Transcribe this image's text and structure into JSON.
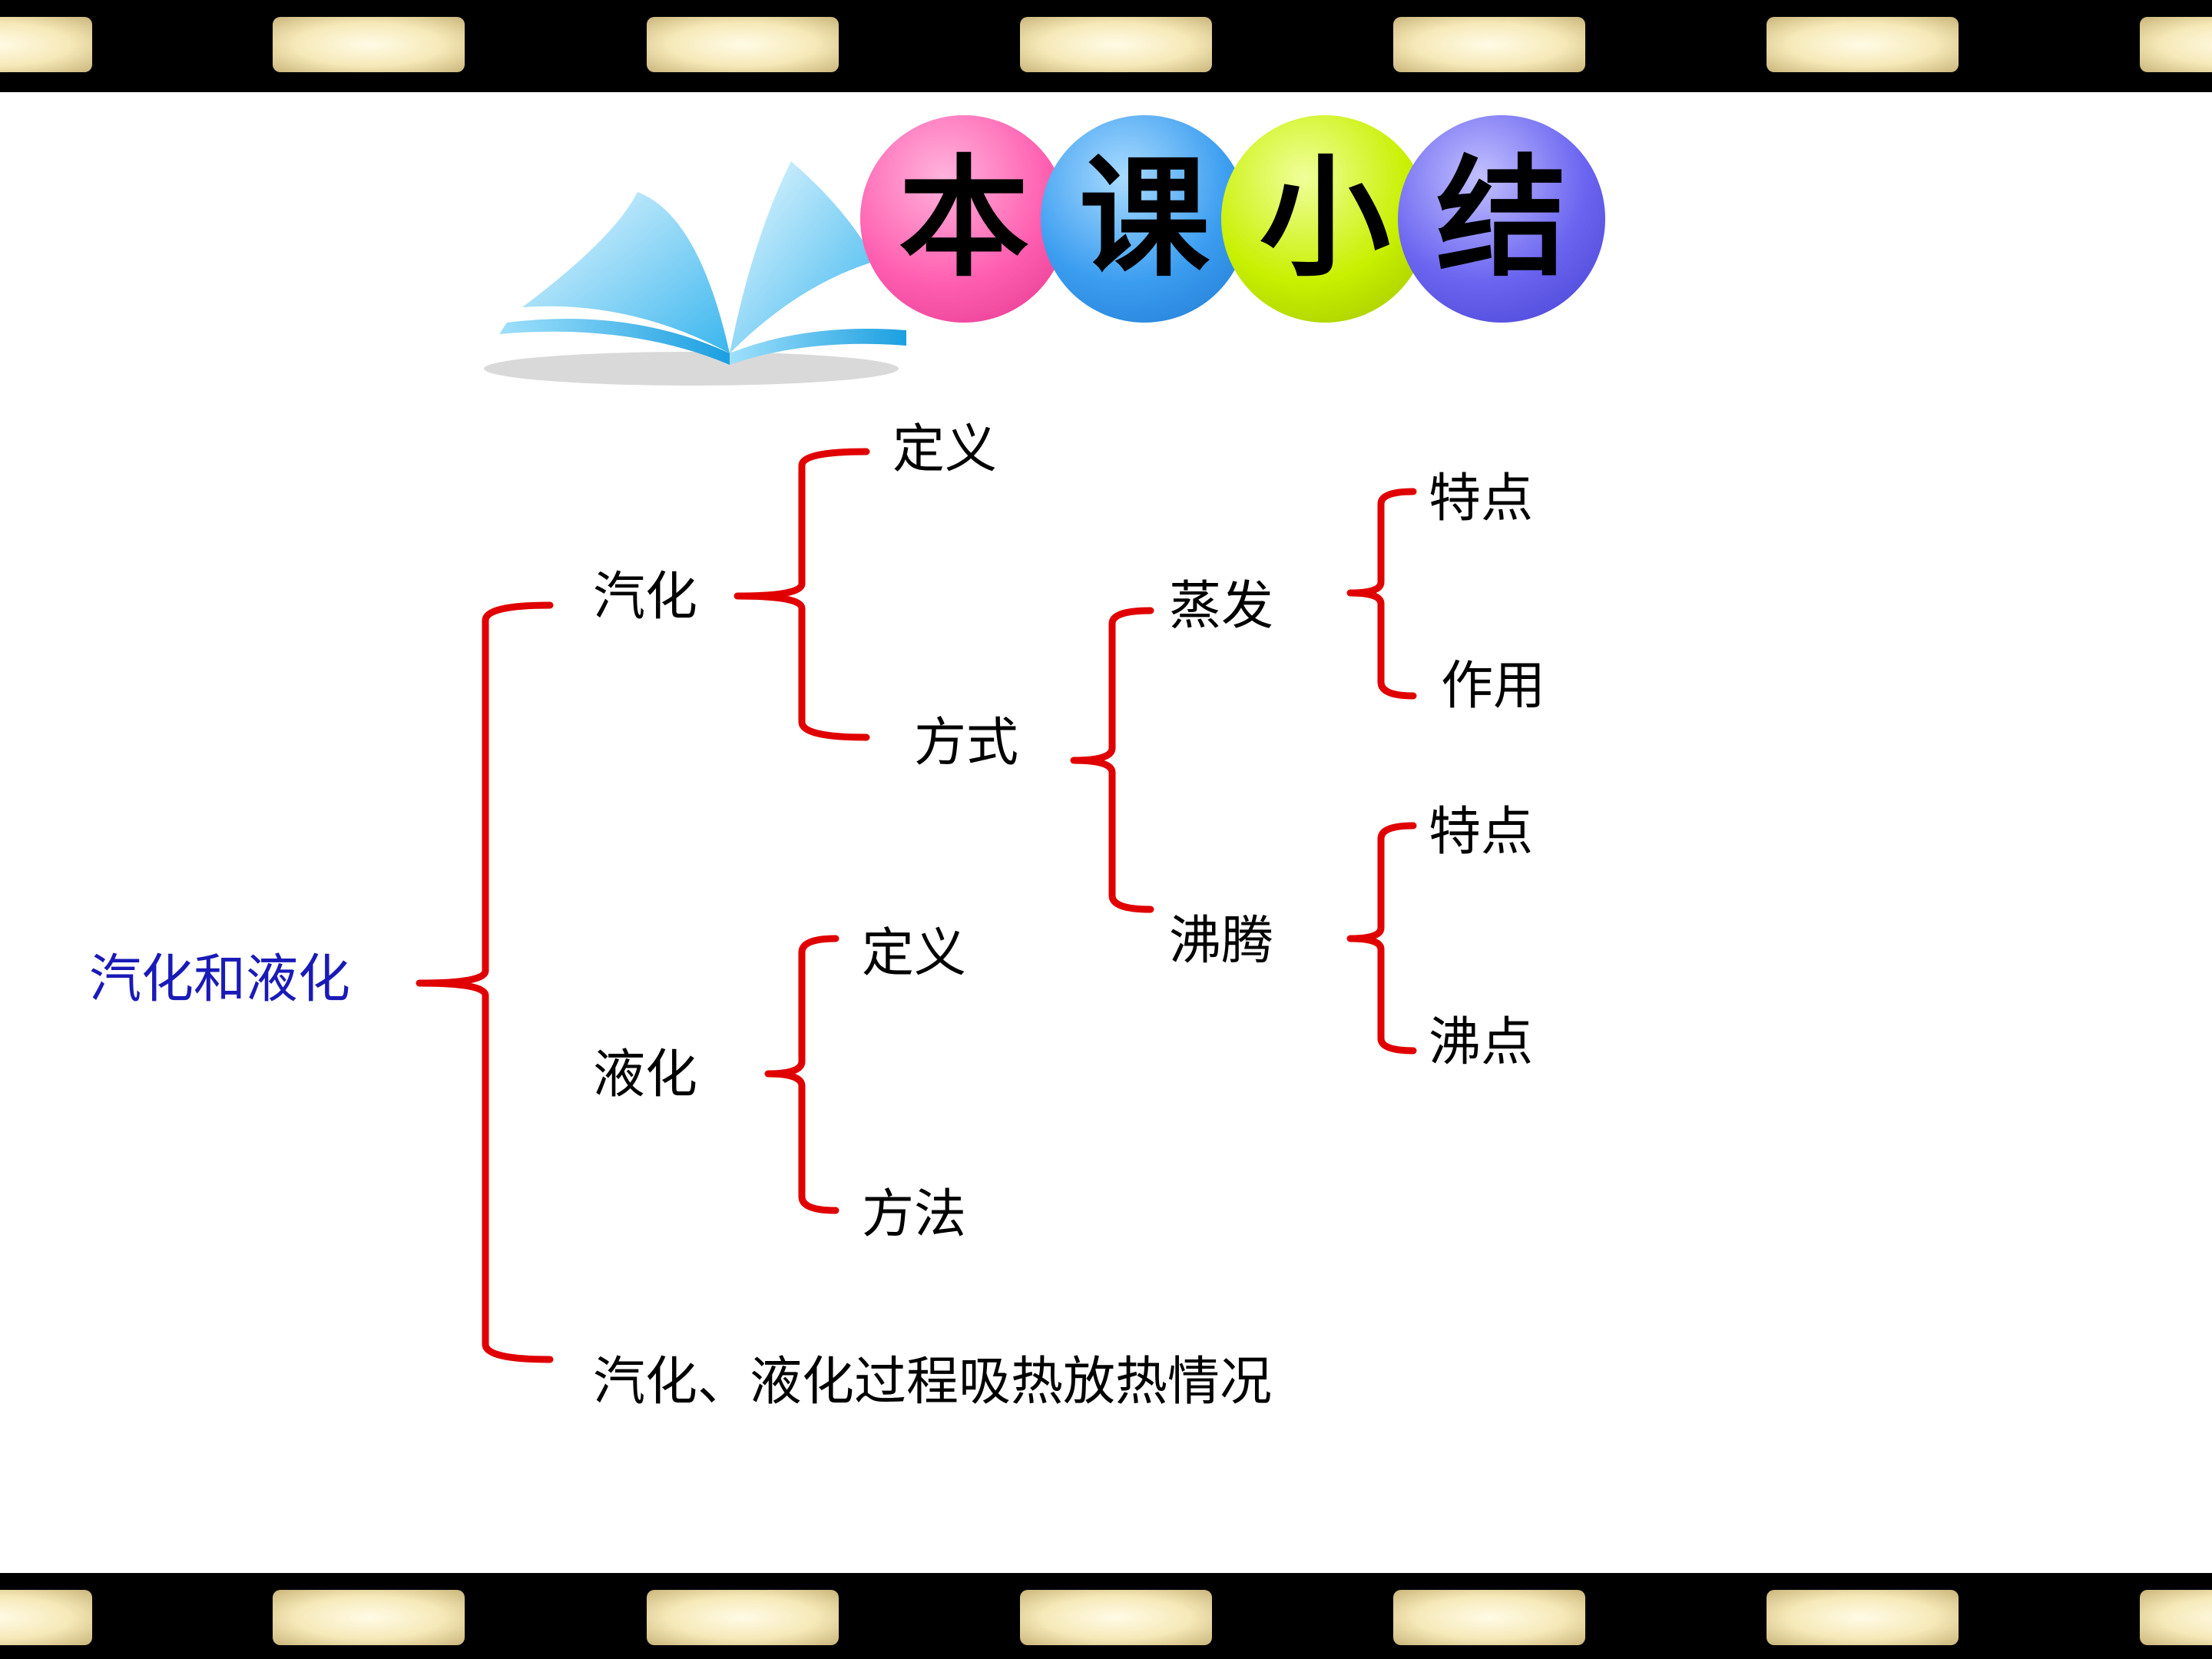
{
  "title": {
    "chars": [
      "本",
      "课",
      "小",
      "结"
    ],
    "colors": [
      "#ff5fb0",
      "#3b9df0",
      "#c8f000",
      "#6a64f0"
    ]
  },
  "diagram": {
    "root": "汽化和液化",
    "vaporization": {
      "label": "汽化",
      "definition": "定义",
      "methods": "方式",
      "evaporation": {
        "label": "蒸发",
        "feature": "特点",
        "effect": "作用"
      },
      "boiling": {
        "label": "沸腾",
        "feature": "特点",
        "boiling_point": "沸点"
      }
    },
    "liquefaction": {
      "label": "液化",
      "definition": "定义",
      "methods": "方法"
    },
    "heat": "汽化、液化过程吸热放热情况"
  },
  "colors": {
    "brace": "#e00000",
    "root_text": "#1a1ab8"
  }
}
